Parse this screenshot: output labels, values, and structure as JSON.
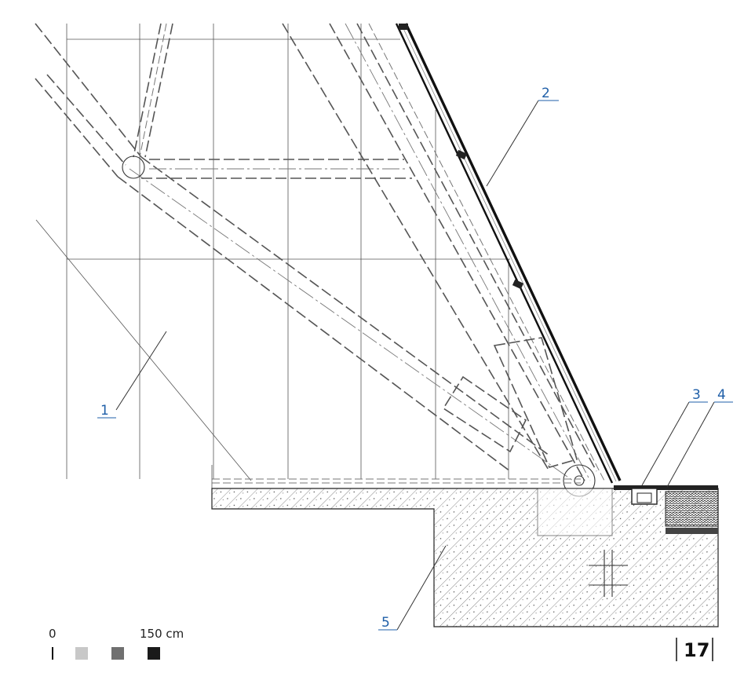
{
  "callouts": [
    {
      "id": "1",
      "label": "1"
    },
    {
      "id": "2",
      "label": "2"
    },
    {
      "id": "3",
      "label": "3"
    },
    {
      "id": "4",
      "label": "4"
    },
    {
      "id": "5",
      "label": "5"
    }
  ],
  "scale_bar": {
    "start_label": "0",
    "end_label": "150 cm",
    "swatches": [
      "#ffffff",
      "#c8c8c8",
      "#707070",
      "#1a1a1a"
    ]
  },
  "page_number": "17",
  "colors": {
    "callout_blue": "#1f5fa8",
    "line": "#333333",
    "hatch": "#666666"
  }
}
